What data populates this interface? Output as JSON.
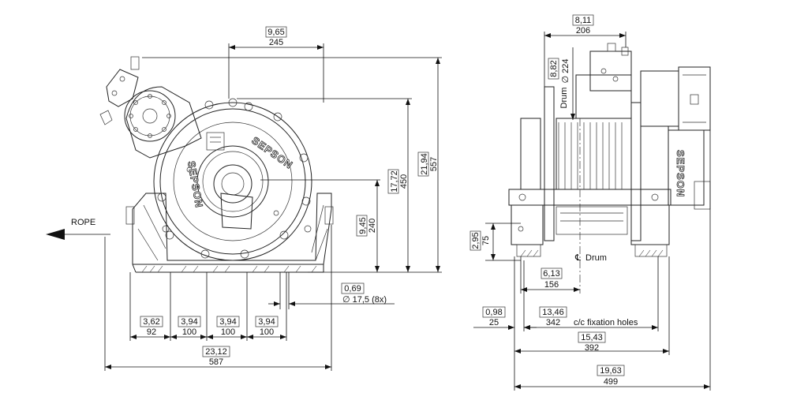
{
  "labels": {
    "rope": "ROPE",
    "drum": "Drum",
    "cl_drum": "Drum",
    "cl_symbol": "℄",
    "brand": "SEPSON",
    "cc_fixation": "c/c fixation holes"
  },
  "front_view": {
    "width_top": {
      "inch": "9,65",
      "mm": "245"
    },
    "height_total": {
      "inch": "21,94",
      "mm": "557"
    },
    "height_mid": {
      "inch": "17,72",
      "mm": "450"
    },
    "height_axis": {
      "inch": "9,45",
      "mm": "240"
    },
    "hole": {
      "inch": "0,69",
      "mm": "∅ 17,5 (8x)"
    },
    "spacing_1": {
      "inch": "3,62",
      "mm": "92"
    },
    "spacing_2": {
      "inch": "3,94",
      "mm": "100"
    },
    "spacing_3": {
      "inch": "3,94",
      "mm": "100"
    },
    "spacing_4": {
      "inch": "3,94",
      "mm": "100"
    },
    "width_total": {
      "inch": "23,12",
      "mm": "587"
    }
  },
  "side_view": {
    "motor_width": {
      "inch": "8,11",
      "mm": "206"
    },
    "drum_dia": {
      "inch": "8,82",
      "mm": "∅ 224"
    },
    "foot_height": {
      "inch": "2,95",
      "mm": "75"
    },
    "cl_offset": {
      "inch": "6,13",
      "mm": "156"
    },
    "edge_offset": {
      "inch": "0,98",
      "mm": "25"
    },
    "fixation": {
      "inch": "13,46",
      "mm": "342"
    },
    "base_width": {
      "inch": "15,43",
      "mm": "392"
    },
    "total_width": {
      "inch": "19,63",
      "mm": "499"
    }
  }
}
